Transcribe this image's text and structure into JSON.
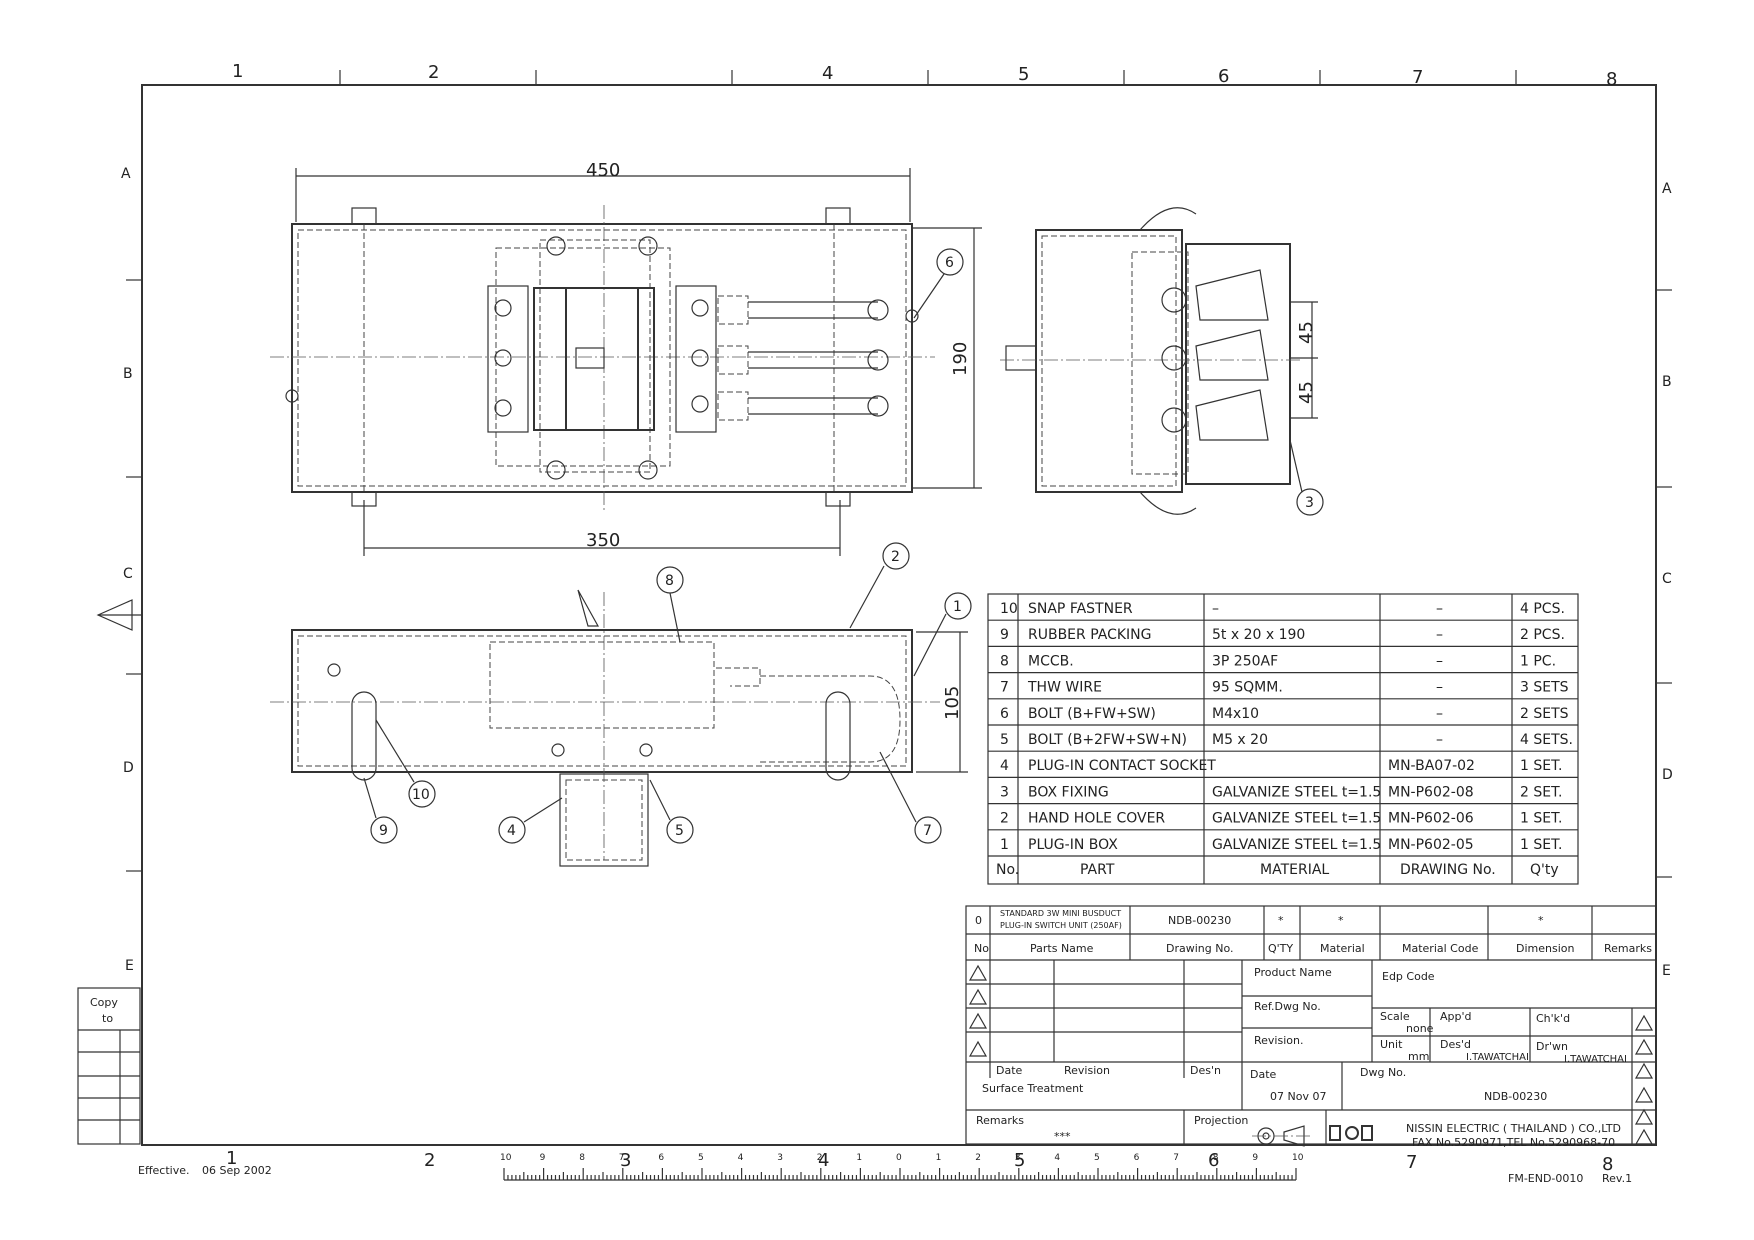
{
  "border": {
    "top_numbers": [
      "1",
      "2",
      "4",
      "5",
      "6",
      "7",
      "8"
    ],
    "bottom_numbers": [
      "1",
      "2",
      "3",
      "4",
      "5",
      "6",
      "7",
      "8"
    ],
    "left_letters": [
      "A",
      "B",
      "C",
      "D",
      "E"
    ],
    "right_letters": [
      "A",
      "B",
      "C",
      "D",
      "E"
    ]
  },
  "dimensions": {
    "width_450": "450",
    "width_350": "350",
    "height_190": "190",
    "pitch_45a": "45",
    "pitch_45b": "45",
    "height_105": "105"
  },
  "balloons": [
    "1",
    "2",
    "3",
    "4",
    "5",
    "6",
    "7",
    "8",
    "9",
    "10"
  ],
  "parts_table": {
    "headers": {
      "no": "No.",
      "part": "PART",
      "material": "MATERIAL",
      "drawing": "DRAWING No.",
      "qty": "Q'ty"
    },
    "rows": [
      {
        "no": "10",
        "part": "SNAP FASTNER",
        "material": "–",
        "drawing": "–",
        "qty": "4 PCS."
      },
      {
        "no": "9",
        "part": "RUBBER PACKING",
        "material": "5t x 20 x 190",
        "drawing": "–",
        "qty": "2 PCS."
      },
      {
        "no": "8",
        "part": "MCCB.",
        "material": "3P 250AF",
        "drawing": "–",
        "qty": "1 PC."
      },
      {
        "no": "7",
        "part": "THW WIRE",
        "material": "95 SQMM.",
        "drawing": "–",
        "qty": "3 SETS"
      },
      {
        "no": "6",
        "part": "BOLT (B+FW+SW)",
        "material": "M4x10",
        "drawing": "–",
        "qty": "2 SETS"
      },
      {
        "no": "5",
        "part": "BOLT (B+2FW+SW+N)",
        "material": "M5 x 20",
        "drawing": "–",
        "qty": "4 SETS."
      },
      {
        "no": "4",
        "part": "PLUG-IN CONTACT SOCKET",
        "material": "",
        "drawing": "MN-BA07-02",
        "qty": "1 SET."
      },
      {
        "no": "3",
        "part": "BOX FIXING",
        "material": "GALVANIZE STEEL t=1.5",
        "drawing": "MN-P602-08",
        "qty": "2 SET."
      },
      {
        "no": "2",
        "part": "HAND HOLE COVER",
        "material": "GALVANIZE STEEL t=1.5",
        "drawing": "MN-P602-06",
        "qty": "1 SET."
      },
      {
        "no": "1",
        "part": "PLUG-IN BOX",
        "material": "GALVANIZE STEEL t=1.5",
        "drawing": "MN-P602-05",
        "qty": "1 SET."
      }
    ]
  },
  "title_block": {
    "row0": {
      "no": "0",
      "name_line1": "STANDARD 3W MINI BUSDUCT",
      "name_line2": "PLUG-IN SWITCH UNIT (250AF)",
      "drawing": "NDB-00230",
      "qty": "*",
      "material": "*",
      "dimension": "*"
    },
    "header": {
      "no": "No",
      "parts_name": "Parts Name",
      "drawing_no": "Drawing No.",
      "qty": "Q'TY",
      "material": "Material",
      "material_code": "Material Code",
      "dimension": "Dimension",
      "remarks": "Remarks"
    },
    "rev_labels": {
      "date": "Date",
      "revision": "Revision",
      "desn": "Des'n"
    },
    "product_name": "Product Name",
    "ref_dwg": "Ref.Dwg No.",
    "revision": "Revision.",
    "edp_code": "Edp Code",
    "scale_label": "Scale",
    "scale_value": "none",
    "appd": "App'd",
    "chkd": "Ch'k'd",
    "unit_label": "Unit",
    "unit_value": "mm",
    "desd_label": "Des'd",
    "desd_value": "I.TAWATCHAI",
    "drwn_label": "Dr'wn",
    "drwn_value": "I.TAWATCHAI",
    "surface_treatment": "Surface Treatment",
    "date_label": "Date",
    "date_value": "07 Nov 07",
    "dwg_no_label": "Dwg No.",
    "dwg_no_value": "NDB-00230",
    "remarks_label": "Remarks",
    "remarks_value": "***",
    "projection": "Projection",
    "company_line1": "NISSIN ELECTRIC ( THAILAND ) CO.,LTD",
    "company_line2": "FAX No.5290971,TEL No.5290968-70"
  },
  "copy_box": {
    "line1": "Copy",
    "line2": "to"
  },
  "footer": {
    "effective": "Effective.",
    "effective_date": "06 Sep 2002",
    "form_no": "FM-END-0010",
    "rev": "Rev.1"
  },
  "ruler_labels": [
    "10",
    "9",
    "8",
    "7",
    "6",
    "5",
    "4",
    "3",
    "2",
    "1",
    "0",
    "1",
    "2",
    "3",
    "4",
    "5",
    "6",
    "7",
    "8",
    "9",
    "10"
  ]
}
